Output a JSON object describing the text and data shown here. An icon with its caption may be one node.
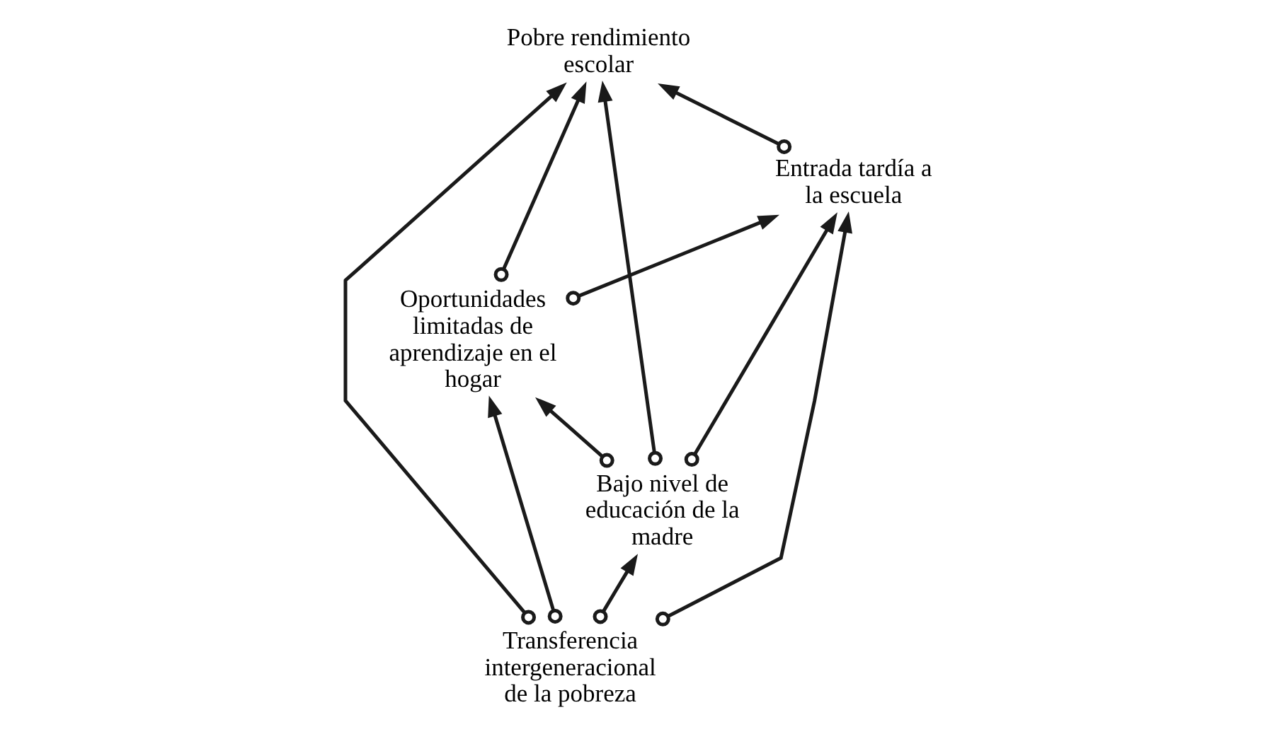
{
  "diagram": {
    "nodes": [
      {
        "text": [
          "Transferencia intergeneracional de la pobreza"
        ]
      },
      {
        "text": [
          "Bajo nivel de educación de la madre"
        ]
      },
      {
        "text": [
          "Oportunidades limitadas de aprendizaje en el hogar"
        ]
      },
      {
        "text": [
          "Entrada tardía a la escuela"
        ]
      },
      {
        "text": [
          "Pobre rendimiento escolar"
        ]
      }
    ],
    "edges": [
      {
        "from": 0,
        "to": 1,
        "arrow": "to"
      },
      {
        "from": 1,
        "to": 2,
        "arrow": "to"
      },
      {
        "from": 2,
        "to": 3,
        "arrow": "to"
      },
      {
        "from": 3,
        "to": 4,
        "arrow": "to"
      },
      {
        "from": 1,
        "to": 3,
        "arrow": "to"
      },
      {
        "from": 1,
        "to": 4,
        "arrow": "to"
      },
      {
        "from": 2,
        "to": 4,
        "arrow": "to"
      },
      {
        "from": 0,
        "to": 2,
        "arrow": "to"
      },
      {
        "from": 0,
        "to": 3,
        "arrow": "to"
      },
      {
        "from": 0,
        "to": 4,
        "arrow": "to"
      }
    ]
  }
}
